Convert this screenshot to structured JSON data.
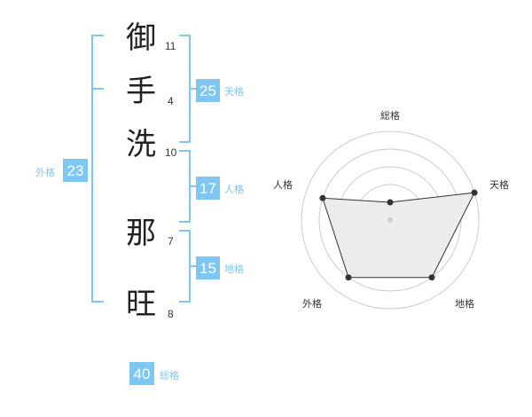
{
  "name": {
    "chars": [
      {
        "char": "御",
        "strokes": "11"
      },
      {
        "char": "手",
        "strokes": "4"
      },
      {
        "char": "洗",
        "strokes": "10"
      },
      {
        "char": "那",
        "strokes": "7"
      },
      {
        "char": "旺",
        "strokes": "8"
      }
    ]
  },
  "grid": {
    "tenkaku": {
      "value": "25",
      "label": "天格"
    },
    "jinkaku": {
      "value": "17",
      "label": "人格"
    },
    "chikaku": {
      "value": "15",
      "label": "地格"
    },
    "gaikaku": {
      "value": "23",
      "label": "外格"
    },
    "soukaku": {
      "value": "40",
      "label": "総格"
    }
  },
  "colors": {
    "accent": "#7ec7f2",
    "ring": "#cccccc",
    "fill": "#ececec",
    "line": "#333333"
  },
  "chart_data": {
    "type": "radar",
    "axes": [
      "総格",
      "天格",
      "地格",
      "外格",
      "人格"
    ],
    "levels": [
      1,
      5,
      4,
      4,
      4
    ],
    "max": 5
  }
}
